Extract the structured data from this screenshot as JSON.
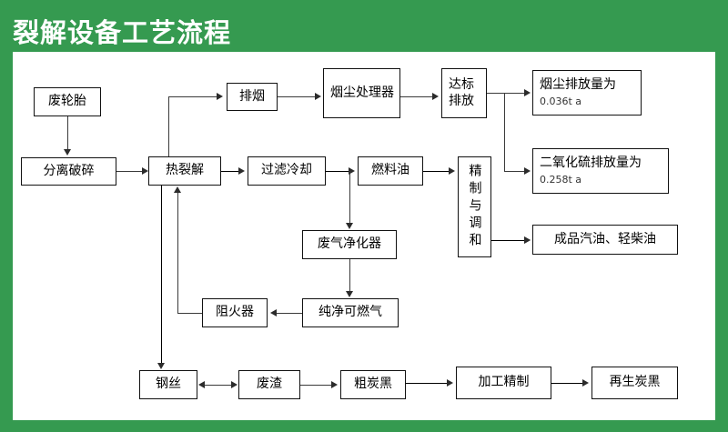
{
  "header": {
    "title": "裂解设备工艺流程",
    "bar_color": "#359A50",
    "title_color": "#ffffff"
  },
  "canvas": {
    "background": "#ffffff",
    "border_color": "#359A50"
  },
  "nodes": {
    "waste_tire": {
      "label": "废轮胎"
    },
    "separate_crush": {
      "label": "分离破碎"
    },
    "pyrolysis": {
      "label": "热裂解"
    },
    "exhaust": {
      "label": "排烟"
    },
    "dust_treatment": {
      "label": "烟尘处理器"
    },
    "standard_emission": {
      "label": "达标排放"
    },
    "dust_emission": {
      "label": "烟尘排放量为",
      "value": "0.036t a"
    },
    "so2_emission": {
      "label": "二氧化硫排放量为",
      "value": "0.258t a"
    },
    "filter_cool": {
      "label": "过滤冷却"
    },
    "fuel_oil": {
      "label": "燃料油"
    },
    "refine_blend": {
      "label": "精制与调和"
    },
    "finished_oil": {
      "label": "成品汽油、轻柴油"
    },
    "gas_purifier": {
      "label": "废气净化器"
    },
    "clean_gas": {
      "label": "纯净可燃气"
    },
    "flame_arrester": {
      "label": "阻火器"
    },
    "steel_wire": {
      "label": "钢丝"
    },
    "slag": {
      "label": "废渣"
    },
    "crude_carbon": {
      "label": "粗炭黑"
    },
    "process_refine": {
      "label": "加工精制"
    },
    "recycled_carbon": {
      "label": "再生炭黑"
    }
  },
  "flow": {
    "type": "flowchart",
    "edges": [
      {
        "from": "waste_tire",
        "to": "separate_crush",
        "dir": "down"
      },
      {
        "from": "separate_crush",
        "to": "pyrolysis",
        "dir": "right"
      },
      {
        "from": "pyrolysis",
        "to": "exhaust",
        "dir": "up-right"
      },
      {
        "from": "exhaust",
        "to": "dust_treatment",
        "dir": "right"
      },
      {
        "from": "dust_treatment",
        "to": "standard_emission",
        "dir": "right"
      },
      {
        "from": "standard_emission",
        "to": "dust_emission",
        "dir": "right"
      },
      {
        "from": "standard_emission",
        "to": "so2_emission",
        "dir": "down-right"
      },
      {
        "from": "pyrolysis",
        "to": "filter_cool",
        "dir": "right"
      },
      {
        "from": "filter_cool",
        "to": "fuel_oil",
        "dir": "right"
      },
      {
        "from": "filter_cool",
        "to": "gas_purifier",
        "dir": "down"
      },
      {
        "from": "fuel_oil",
        "to": "refine_blend",
        "dir": "right"
      },
      {
        "from": "refine_blend",
        "to": "so2_emission",
        "dir": "right"
      },
      {
        "from": "refine_blend",
        "to": "finished_oil",
        "dir": "right"
      },
      {
        "from": "gas_purifier",
        "to": "clean_gas",
        "dir": "down"
      },
      {
        "from": "clean_gas",
        "to": "flame_arrester",
        "dir": "left"
      },
      {
        "from": "flame_arrester",
        "to": "pyrolysis",
        "dir": "left-up"
      },
      {
        "from": "pyrolysis",
        "to": "steel_wire",
        "dir": "down"
      },
      {
        "from": "steel_wire",
        "to": "slag",
        "dir": "bidirectional"
      },
      {
        "from": "slag",
        "to": "crude_carbon",
        "dir": "right"
      },
      {
        "from": "crude_carbon",
        "to": "process_refine",
        "dir": "right"
      },
      {
        "from": "process_refine",
        "to": "recycled_carbon",
        "dir": "right"
      }
    ]
  }
}
